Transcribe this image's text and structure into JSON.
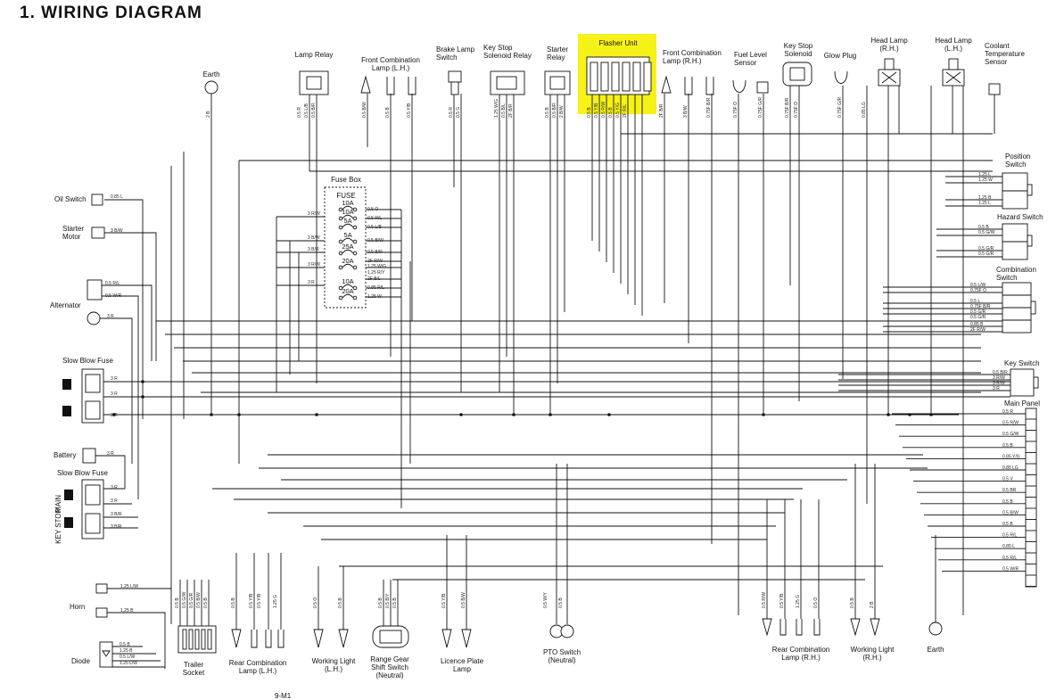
{
  "title": "1. WIRING DIAGRAM",
  "page_number": "9-M1",
  "components": {
    "earth_top": "Earth",
    "lamp_relay": "Lamp Relay",
    "front_comb_lh": [
      "Front Combination",
      "Lamp (L.H.)"
    ],
    "brake_lamp_switch": [
      "Brake Lamp",
      "Switch"
    ],
    "key_stop_relay": [
      "Key Stop",
      "Solenoid Relay"
    ],
    "starter_relay": [
      "Starter",
      "Relay"
    ],
    "flasher_unit": "Flasher Unit",
    "front_comb_rh": [
      "Front Combination",
      "Lamp (R.H.)"
    ],
    "fuel_level": [
      "Fuel Level",
      "Sensor"
    ],
    "key_stop_solenoid": [
      "Key Stop",
      "Solenoid"
    ],
    "glow_plug": "Glow Plug",
    "head_lamp_rh": [
      "Head Lamp",
      "(R.H.)"
    ],
    "head_lamp_lh": [
      "Head Lamp",
      "(L.H.)"
    ],
    "coolant_sensor": [
      "Coolant",
      "Temperature",
      "Sensor"
    ],
    "fuse_box": "Fuse Box",
    "fuse": "FUSE",
    "oil_switch": "Oil Switch",
    "starter_motor": [
      "Starter",
      "Motor"
    ],
    "alternator": "Alternator",
    "slow_blow_fuse_1": "Slow Blow Fuse",
    "battery": "Battery",
    "slow_blow_fuse_2": "Slow Blow Fuse",
    "main": "MAIN",
    "key_stop_label": "KEY STOP",
    "horn": "Horn",
    "diode": "Diode",
    "trailer_socket": [
      "Trailer",
      "Socket"
    ],
    "rear_comb_lh": [
      "Rear Combination",
      "Lamp (L.H.)"
    ],
    "working_light_lh": [
      "Working Light",
      "(L.H.)"
    ],
    "range_gear": [
      "Range Gear",
      "Shift Switch",
      "(Neutral)"
    ],
    "licence_plate": [
      "Licence Plate",
      "Lamp"
    ],
    "pto_switch": [
      "PTO Switch",
      "(Neutral)"
    ],
    "rear_comb_rh": [
      "Rear Combination",
      "Lamp (R.H.)"
    ],
    "working_light_rh": [
      "Working Light",
      "(R.H.)"
    ],
    "earth_bottom": "Earth",
    "position_switch": [
      "Position",
      "Switch"
    ],
    "hazard_switch": "Hazard Switch",
    "combination_switch": [
      "Combination",
      "Switch"
    ],
    "key_switch": "Key Switch",
    "main_panel": "Main Panel"
  },
  "fuses": [
    "10A",
    "10A",
    "5A",
    "5A",
    "25A",
    "20A",
    "10A",
    "20A"
  ],
  "wires": {
    "fuse_out": [
      "0.5 O",
      "0.5 R/L",
      "0.5 L/B",
      "0.5 B/W",
      "0.5 B/R",
      "2F R/W",
      "1.25 W/G",
      "1.25 R/Y",
      "2F B/L",
      "0.85 R/L",
      "1.25 W"
    ],
    "fuse_in": [
      "3 R/W",
      "3 B/W",
      "3 B/R",
      "3 R/W",
      "3 R"
    ],
    "oil": "0.85 L",
    "starter": "3 B/W",
    "alt": [
      "0.5 R/L",
      "0.5 W/R",
      "3 R"
    ],
    "sbf1": [
      "3 R",
      "3 R",
      "3 R"
    ],
    "battery": "3 R",
    "sbf2": [
      "3 R",
      "3 R",
      "3 B/R",
      "3 B/R"
    ],
    "horn": [
      "1.25 L/W",
      "1.25 B"
    ],
    "diode": [
      "0.5 B",
      "1.25 B",
      "0.5 L/W",
      "1.25 L/W"
    ],
    "position": [
      "1.25 L",
      "1.25 W",
      "1.25 B",
      "1.25 L"
    ],
    "hazard": [
      "0.5 B",
      "0.5 G/W",
      "0.5 G/R",
      "0.5 G/R"
    ],
    "combination": [
      "0.5 L/W",
      "0.75F O",
      "0.5 L",
      "0.75F B/R",
      "0.5 G/R",
      "0.5 G/R",
      "0.85 B",
      "2F R/W"
    ],
    "key": [
      "0.5 B/R",
      "3 R/W",
      "3 R/W",
      "3 R"
    ],
    "main_panel": [
      "0.5 R",
      "0.5 R/W",
      "0.5 G/W",
      "0.5 B",
      "0.85 Y/G",
      "0.85 LG",
      "0.5 V",
      "0.5 BR",
      "0.5 B",
      "0.5 B/W",
      "0.5 B",
      "0.5 R/L",
      "0.85 L",
      "0.5 R/L",
      "0.5 W/R"
    ],
    "top": [
      "2 B",
      "0.5 R",
      "0.5 L/B",
      "0.5 B/R",
      "0.5 B/W",
      "0.5 B",
      "0.5 Y/B",
      "0.5 R",
      "0.5 G",
      "1.25 W/G",
      "0.5 B/L",
      "2F B/R",
      "0.5 B",
      "0.5 B/R",
      "2 B/W",
      "0.5 B",
      "0.5 Y/B",
      "0.5 R/W",
      "0.5 B",
      "0.5 Y/G",
      "2F R/L",
      "2F B/R",
      "3 B/W",
      "0.75F B/R",
      "0.75F O",
      "0.75F G/R",
      "0.75F B/R",
      "0.75F O",
      "0.75F G/R",
      "0.85 LG"
    ],
    "bottom": [
      "0.5 B",
      "0.5 G/W",
      "0.5 G/R",
      "0.5 B/W",
      "0.5 B",
      "0.5 B",
      "0.5 Y/B",
      "0.5 Y/B",
      "1.25 G",
      "0.5 O",
      "0.5 B",
      "0.5 B",
      "0.5 B/Y",
      "0.5 B",
      "0.5 Y/B",
      "0.5 B/W",
      "0.5 W/Y",
      "0.5 B",
      "0.5 R/W",
      "0.5 Y/B",
      "1.25 G",
      "0.5 O",
      "0.5 B",
      "2 B"
    ]
  }
}
